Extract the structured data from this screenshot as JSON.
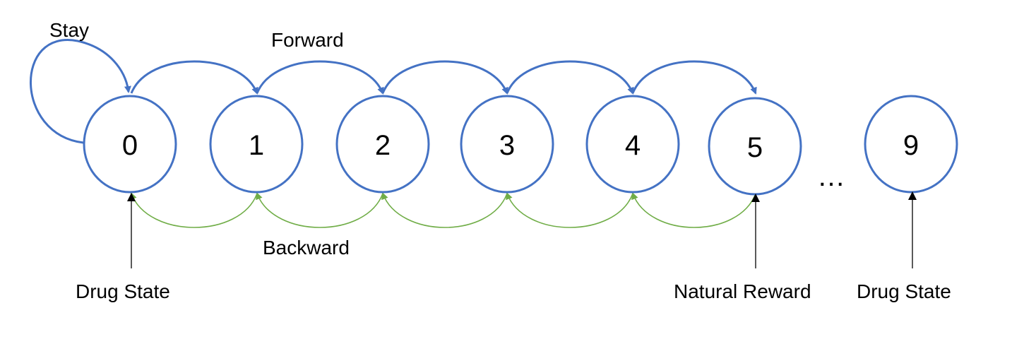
{
  "diagram": {
    "states": [
      "0",
      "1",
      "2",
      "3",
      "4",
      "5",
      "9"
    ],
    "ellipsis": "…",
    "labels": {
      "stay": "Stay",
      "forward": "Forward",
      "backward": "Backward",
      "drug_state_left": "Drug State",
      "natural_reward": "Natural Reward",
      "drug_state_right": "Drug State"
    },
    "colors": {
      "forward_arrow": "#4472c4",
      "backward_arrow": "#70ad47",
      "circle_stroke": "#4472c4",
      "pointer_arrow": "#000000"
    }
  }
}
